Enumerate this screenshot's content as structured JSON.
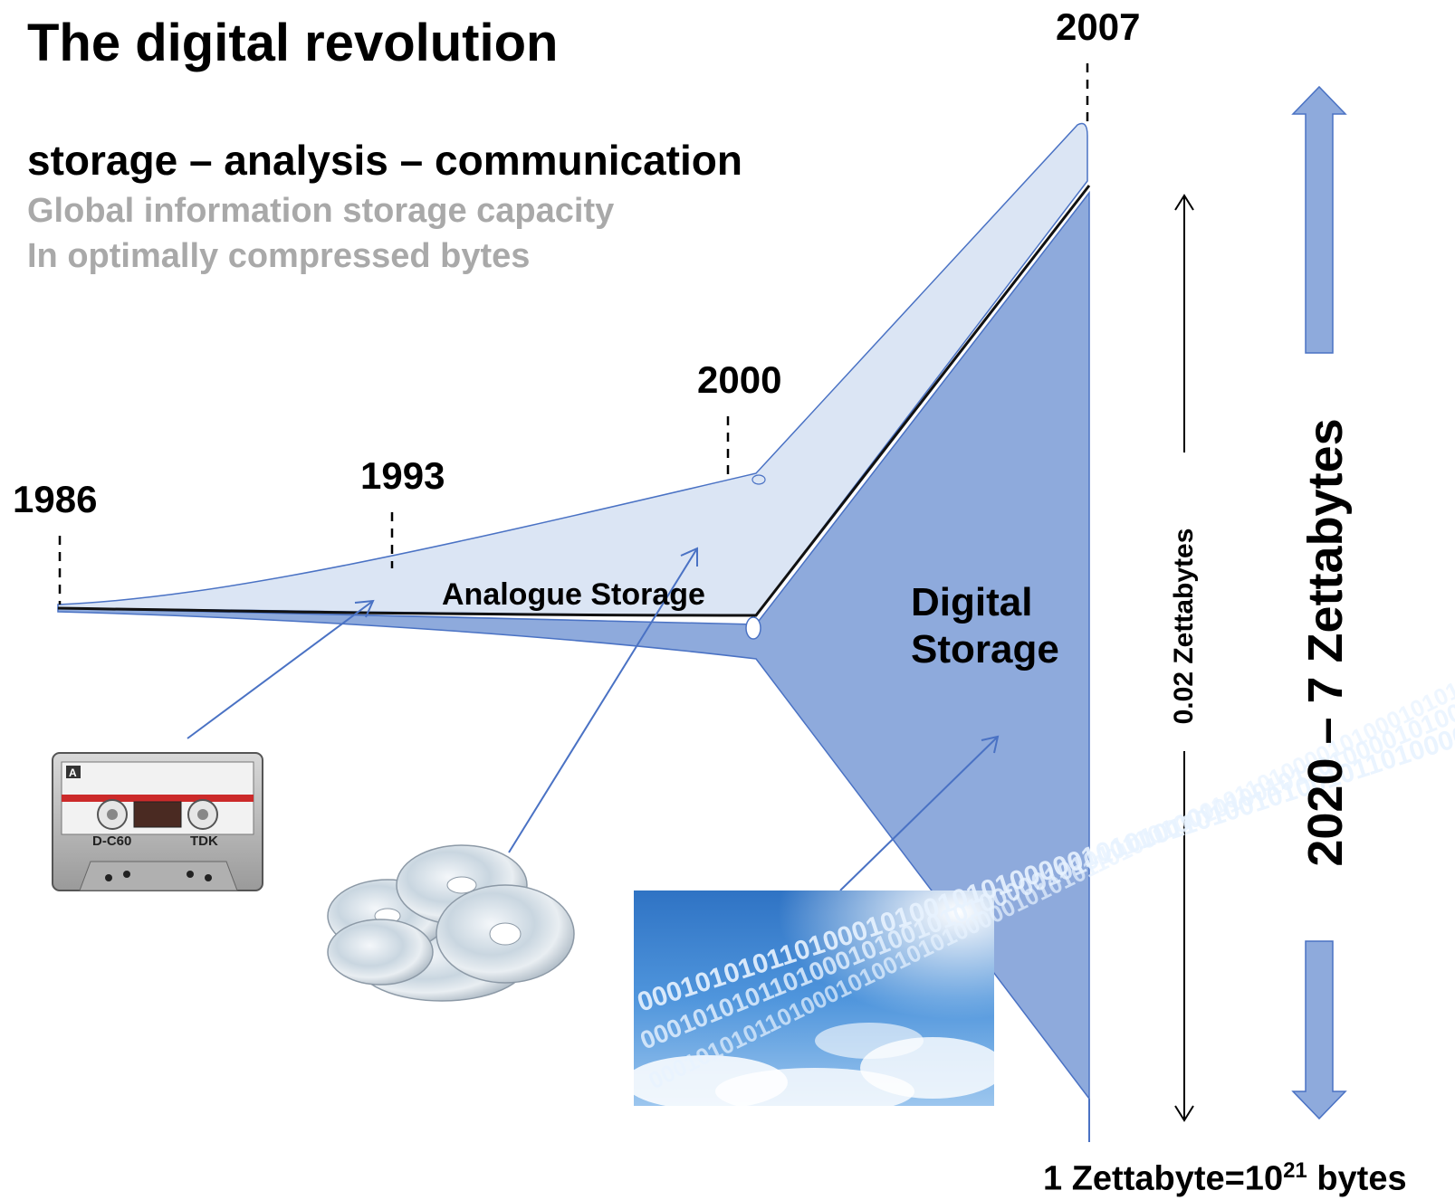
{
  "header": {
    "title": "The digital revolution",
    "subtitle": "storage – analysis – communication",
    "caption_line1": "Global information storage capacity",
    "caption_line2": "In optimally compressed bytes"
  },
  "timeline": {
    "years": [
      "1986",
      "1993",
      "2000",
      "2007"
    ]
  },
  "areas": {
    "analogue_label": "Analogue Storage",
    "digital_label_line1": "Digital",
    "digital_label_line2": "Storage"
  },
  "scale": {
    "small_label": "0.02 Zettabytes",
    "big_label": "2020 – 7 Zettabytes",
    "footnote_prefix": "1 Zettabyte=10",
    "footnote_exponent": "21",
    "footnote_suffix": " bytes"
  },
  "images": {
    "cassette_brand": "TDK",
    "cassette_model": "D-C60",
    "cassette_side": "A",
    "binary_text": "0001010101101000101001010100000101010110100101001011010000101000101011010001"
  },
  "colors": {
    "analogue_fill": "#dbe5f4",
    "digital_fill": "#8eaadc",
    "outline": "#4a72c4",
    "arrow_fill": "#8eaadc"
  }
}
